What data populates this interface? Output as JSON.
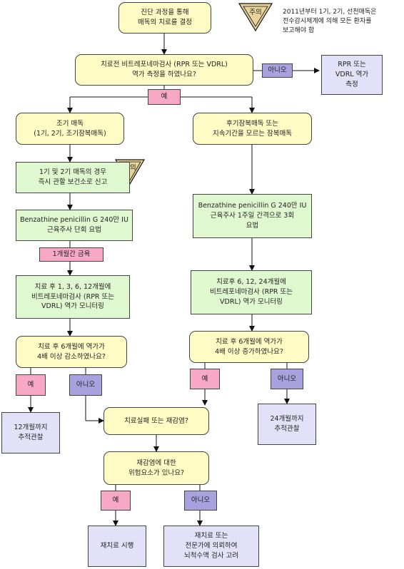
{
  "caution": {
    "label": "주의",
    "note": "2011년부터 1기, 2기, 선천매독은\n전수감시체계에 의해 모든 환자를\n보고해야 함"
  },
  "nodes": {
    "start": "진단 과정을 통해\n매독의 치료를 결정",
    "q_rpr": "치료전 비트레포네마검사 (RPR 또는 VDRL)\n역가 측정을 하였나요?",
    "measure": "RPR 또는\nVDRL 역가\n측정",
    "early": "조기 매독\n(1기, 2기, 조기잠복매독)",
    "late": "후기잠복매독 또는\n지속기간을 모르는 잠복매독",
    "report": "1기 및 2기 매독의 경우\n즉시 관할 보건소로 신고",
    "tx_early": "Benzathine penicillin G 240만 IU\n근육주사 단회 요법",
    "abstain": "1개월간 금욕",
    "tx_late": "Benzathine penicillin G 240만 IU\n근육주사 1주일 간격으로 3회\n요법",
    "mon_early": "치료 후 1, 3, 6, 12개월에\n비트레포네마검사 (RPR 또는\nVDRL) 역가 모니터링",
    "mon_late": "치료후 6, 12, 24개월에\n비트레포네마검사 (RPR 또는\nVDRL) 역가 모니터링",
    "q_early": "치료 후 6개월에 역가가\n4배 이상 감소하였나요?",
    "q_late": "치료 후 6개월에 역가가\n4배 이상 증가하였나요?",
    "fu12": "12개월까지\n추적관찰",
    "fu24": "24개월까지\n추적관찰",
    "fail": "치료실패 또는 재감염?",
    "q_risk": "재감염에 대한\n위험요소가 있나요?",
    "retest": "재치료 시행",
    "refer": "재치료 또는\n전문가에 의뢰하여\n뇌척수액 검사 고려"
  },
  "answers": {
    "yes": "예",
    "no": "아니오"
  },
  "colors": {
    "yellow": "#fefbc4",
    "green": "#e0f8cf",
    "purple": "#e3e1f7",
    "pink": "#f7a8c4",
    "violet": "#a7a2dd",
    "caution_triangle": "#e8d39a"
  }
}
